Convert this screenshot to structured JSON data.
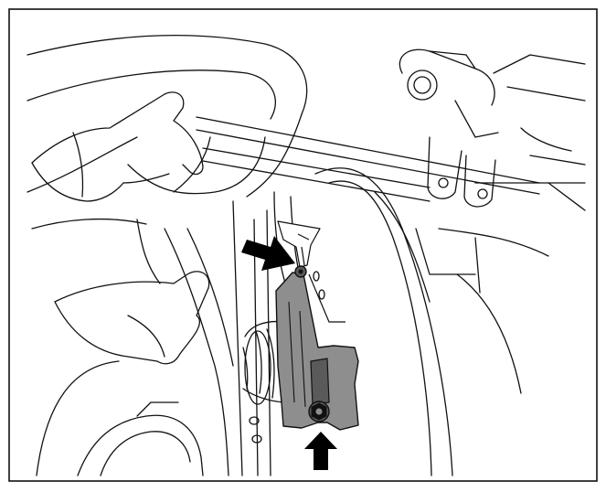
{
  "illustration": {
    "subject": "technical-line-drawing",
    "colors": {
      "line": "#111111",
      "paper": "#ffffff",
      "highlight_part": "#8e8e8e",
      "highlight_part_dark": "#5a5a5a",
      "arrow": "#000000"
    },
    "arrows": [
      {
        "id": "upper-arrow",
        "direction": "down-right"
      },
      {
        "id": "lower-arrow",
        "direction": "up"
      }
    ],
    "fasteners": [
      {
        "id": "upper-bolt"
      },
      {
        "id": "lower-bolt"
      }
    ]
  }
}
